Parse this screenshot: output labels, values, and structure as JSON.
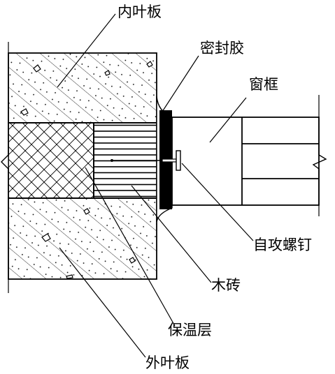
{
  "labels": {
    "inner_leaf": "内叶板",
    "sealant": "密封胶",
    "window_frame": "窗框",
    "self_tapping_screw": "自攻螺钉",
    "wood_brick": "木砖",
    "insulation": "保温层",
    "outer_leaf": "外叶板"
  },
  "colors": {
    "ink": "#000000",
    "paper": "#ffffff"
  }
}
